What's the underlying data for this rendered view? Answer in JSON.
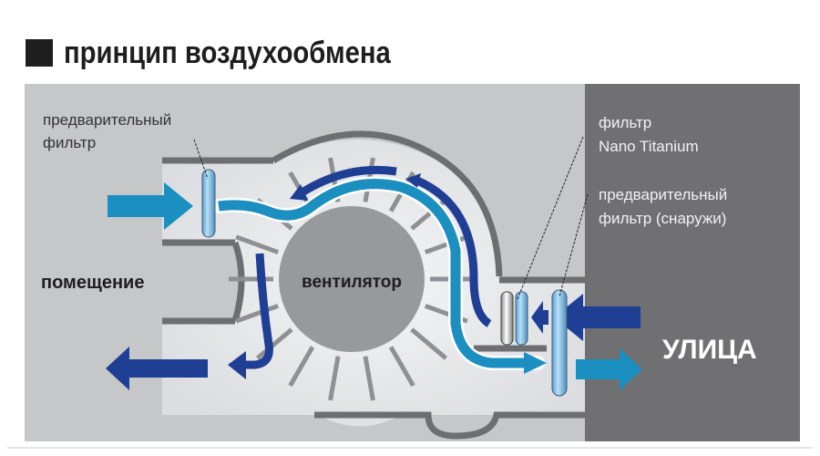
{
  "title": "принцип воздухообмена",
  "labels": {
    "prefilter": [
      "предварительный",
      "фильтр"
    ],
    "room": "помещение",
    "fan": "вентилятор",
    "nano_filter": [
      "фильтр",
      "Nano Titanium"
    ],
    "prefilter_outside": [
      "предварительный",
      "фильтр (снаружи)"
    ],
    "street": "УЛИЦА"
  },
  "colors": {
    "background_panel": "#c6c7c9",
    "street_panel": "#707072",
    "duct_interior": "#e8e9eb",
    "fan_body": "#98999b",
    "wall_dark": "#6d6e71",
    "fresh_air": "#1a8fc0",
    "exhaust_air": "#1f3f95",
    "filter_blue": "#8cc4e8"
  }
}
